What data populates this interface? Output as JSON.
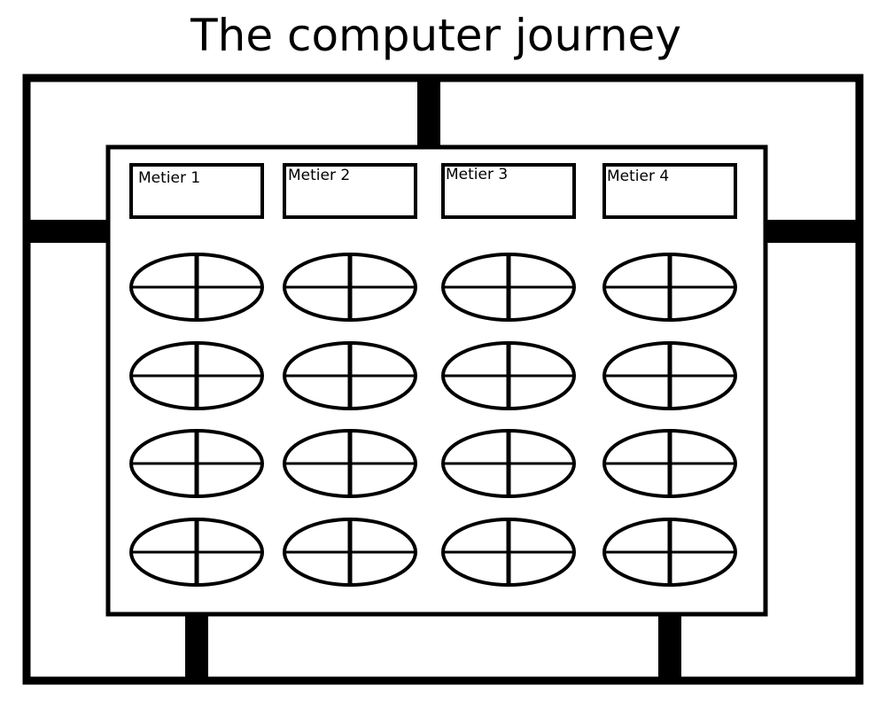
{
  "title": "The computer journey",
  "metiers": [
    {
      "label": "Metier 1"
    },
    {
      "label": "Metier 2"
    },
    {
      "label": "Metier 3"
    },
    {
      "label": "Metier 4"
    }
  ],
  "rows_per_metier": 4,
  "node_icon": "circled-cross-icon",
  "colors": {
    "stroke": "#000000",
    "background": "#ffffff"
  }
}
